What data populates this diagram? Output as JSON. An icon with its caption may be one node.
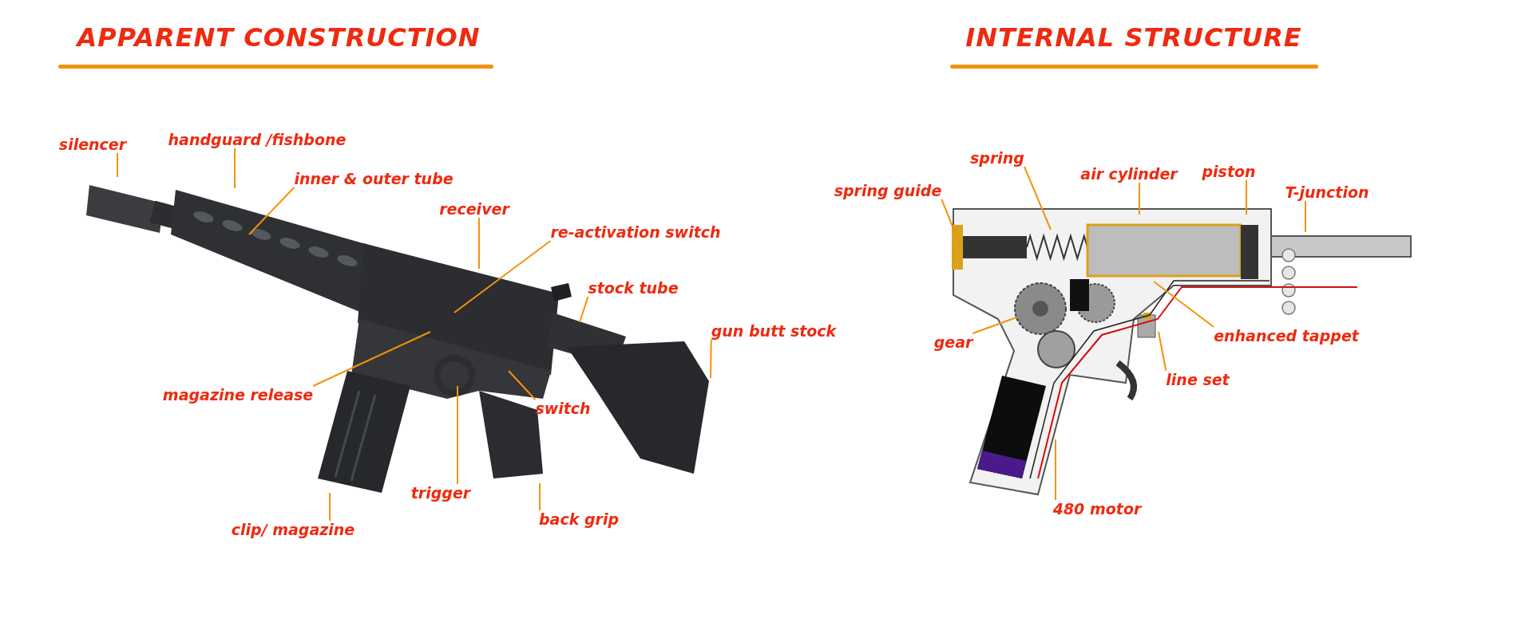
{
  "diagram": {
    "nodes": [
      {
        "text": [
          "silencer"
        ]
      },
      {
        "text": [
          "handguard /fishbone"
        ]
      },
      {
        "text": [
          "inner & outer tube"
        ]
      },
      {
        "text": [
          "receiver"
        ]
      },
      {
        "text": [
          "re-activation switch"
        ]
      },
      {
        "text": [
          "stock tube"
        ]
      },
      {
        "text": [
          "gun butt stock"
        ]
      },
      {
        "text": [
          "magazine release"
        ]
      },
      {
        "text": [
          "switch"
        ]
      },
      {
        "text": [
          "trigger"
        ]
      },
      {
        "text": [
          "back grip"
        ]
      },
      {
        "text": [
          "clip/ magazine"
        ]
      },
      {
        "text": [
          "spring"
        ]
      },
      {
        "text": [
          "air cylinder"
        ]
      },
      {
        "text": [
          "piston"
        ]
      },
      {
        "text": [
          "spring guide"
        ]
      },
      {
        "text": [
          "T-junction"
        ]
      },
      {
        "text": [
          "gear"
        ]
      },
      {
        "text": [
          "enhanced tappet"
        ]
      },
      {
        "text": [
          "line set"
        ]
      },
      {
        "text": [
          "480 motor"
        ]
      }
    ],
    "edges": [
      {
        "from": 0,
        "to": null,
        "arrow": "none"
      },
      {
        "from": 1,
        "to": null,
        "arrow": "none"
      },
      {
        "from": 2,
        "to": null,
        "arrow": "none"
      },
      {
        "from": 3,
        "to": null,
        "arrow": "none"
      },
      {
        "from": 4,
        "to": null,
        "arrow": "none"
      },
      {
        "from": 5,
        "to": null,
        "arrow": "none"
      },
      {
        "from": 6,
        "to": null,
        "arrow": "none"
      },
      {
        "from": 7,
        "to": null,
        "arrow": "none"
      },
      {
        "from": 8,
        "to": null,
        "arrow": "none"
      },
      {
        "from": 9,
        "to": null,
        "arrow": "none"
      },
      {
        "from": 10,
        "to": null,
        "arrow": "none"
      },
      {
        "from": 11,
        "to": null,
        "arrow": "none"
      },
      {
        "from": 12,
        "to": null,
        "arrow": "none"
      },
      {
        "from": 13,
        "to": null,
        "arrow": "none"
      },
      {
        "from": 14,
        "to": null,
        "arrow": "none"
      },
      {
        "from": 15,
        "to": null,
        "arrow": "none"
      },
      {
        "from": 16,
        "to": null,
        "arrow": "none"
      },
      {
        "from": 17,
        "to": null,
        "arrow": "none"
      },
      {
        "from": 18,
        "to": null,
        "arrow": "none"
      },
      {
        "from": 19,
        "to": null,
        "arrow": "none"
      },
      {
        "from": 20,
        "to": null,
        "arrow": "none"
      }
    ],
    "labels": [
      "APPARENT CONSTRUCTION",
      "INTERNAL STRUCTURE"
    ]
  }
}
